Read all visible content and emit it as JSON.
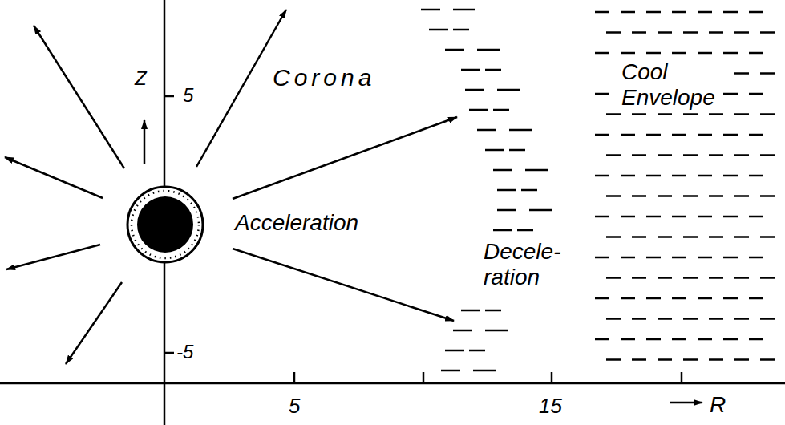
{
  "diagram": {
    "labels": [
      "Z",
      "5",
      "-5",
      "Corona",
      "Acceleration",
      "Decele- ration",
      "Cool Envelope",
      "5",
      "15",
      "R"
    ]
  }
}
